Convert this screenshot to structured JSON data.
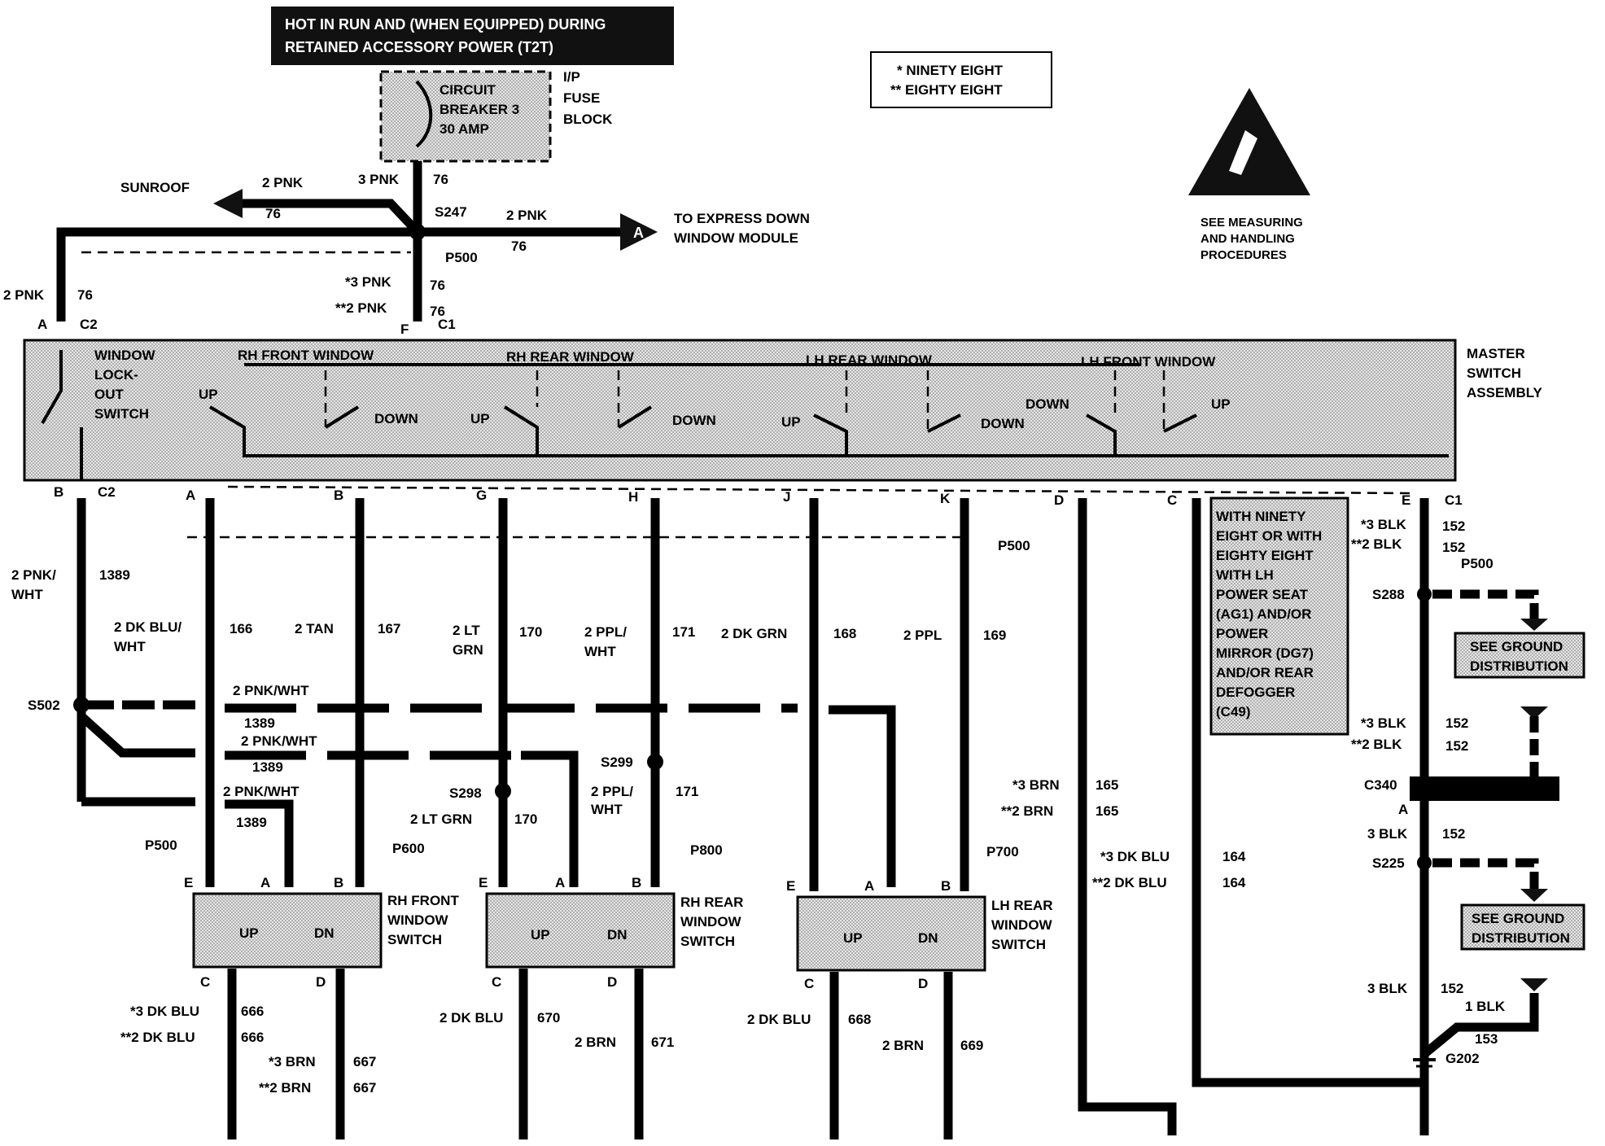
{
  "header": {
    "line1": "HOT IN RUN AND (WHEN EQUIPPED) DURING",
    "line2": "RETAINED ACCESSORY POWER (T2T)"
  },
  "fuse_block": {
    "breaker": [
      "CIRCUIT",
      "BREAKER 3",
      "30 AMP"
    ],
    "block": [
      "I/P",
      "FUSE",
      "BLOCK"
    ]
  },
  "legend": {
    "line1": "* NINETY EIGHT",
    "line2": "** EIGHTY EIGHT"
  },
  "esd_note": [
    "SEE MEASURING",
    "AND HANDLING",
    "PROCEDURES"
  ],
  "top": {
    "sunroof": "SUNROOF",
    "sun_wire": "2 PNK",
    "sun_circ": "76",
    "feed_wire": "3 PNK",
    "feed_circ": "76",
    "splice": "S247",
    "out_wire": "2 PNK",
    "out_circ": "76",
    "arrow_letter": "A",
    "express": [
      "TO EXPRESS DOWN",
      "WINDOW MODULE"
    ],
    "p500": "P500",
    "left_wire": "2 PNK",
    "left_circ": "76",
    "c1a_wire": "*3 PNK",
    "c1a_circ": "76",
    "c1b_wire": "**2 PNK",
    "c1b_circ": "76",
    "pin_a": "A",
    "c2": "C2",
    "pin_f": "F",
    "c1": "C1"
  },
  "master": {
    "lockout": [
      "WINDOW",
      "LOCK-",
      "OUT",
      "SWITCH"
    ],
    "rh_front": "RH FRONT WINDOW",
    "rh_rear": "RH REAR WINDOW",
    "lh_rear": "LH REAR WINDOW",
    "lh_front": "LH FRONT WINDOW",
    "up": "UP",
    "down": "DOWN",
    "title": [
      "MASTER",
      "SWITCH",
      "ASSEMBLY"
    ]
  },
  "bottom_pins": {
    "b": "B",
    "c2": "C2",
    "a": "A",
    "b2": "B",
    "g": "G",
    "h": "H",
    "j": "J",
    "k": "K",
    "d": "D",
    "c": "C",
    "e": "E",
    "c1": "C1"
  },
  "wires": {
    "w1389": "2 PNK/",
    "w1389b": "WHT",
    "c1389": "1389",
    "w166": "2 DK BLU/",
    "w166b": "WHT",
    "c166": "166",
    "w167": "2 TAN",
    "c167": "167",
    "w170": "2 LT",
    "w170b": "GRN",
    "c170": "170",
    "w171": "2 PPL/",
    "w171b": "WHT",
    "c171": "171",
    "w168": "2 DK GRN",
    "c168": "168",
    "w169": "2 PPL",
    "c169": "169",
    "p500": "P500",
    "blk1": "*3 BLK",
    "blk1c": "152",
    "blk2": "**2 BLK",
    "blk2c": "152",
    "s288": "S288",
    "ground1": [
      "SEE GROUND",
      "DISTRIBUTION"
    ],
    "equip_note": [
      "WITH NINETY",
      "EIGHT OR WITH",
      "EIGHTY EIGHT",
      "WITH LH",
      "POWER SEAT",
      "(AG1) AND/OR",
      "POWER",
      "MIRROR (DG7)",
      "AND/OR REAR",
      "DEFOGGER",
      "(C49)"
    ]
  },
  "mid": {
    "s502": "S502",
    "pw1": "2 PNK/WHT",
    "pc1": "1389",
    "pw2": "2 PNK/WHT",
    "pc2": "1389",
    "pw3": "2 PNK/WHT",
    "pc3": "1389",
    "s298": "S298",
    "lt_grn": "2 LT GRN",
    "c170": "170",
    "s299": "S299",
    "ppl": "2 PPL/",
    "pplb": "WHT",
    "c171": "171",
    "brn1": "*3 BRN",
    "brn1c": "165",
    "brn2": "**2 BRN",
    "brn2c": "165",
    "blk3": "*3 BLK",
    "blk3c": "152",
    "blk4": "**2 BLK",
    "blk4c": "152",
    "c340": "C340",
    "pin_a": "A",
    "blk5": "3 BLK",
    "blk5c": "152",
    "s225": "S225",
    "ground2": [
      "SEE GROUND",
      "DISTRIBUTION"
    ],
    "dkblu1": "*3 DK BLU",
    "dkblu1c": "164",
    "dkblu2": "**2 DK BLU",
    "dkblu2c": "164",
    "p500": "P500",
    "p600": "P600",
    "p800": "P800",
    "p700": "P700"
  },
  "switches": {
    "rhf": [
      "RH FRONT",
      "WINDOW",
      "SWITCH"
    ],
    "rhr": [
      "RH REAR",
      "WINDOW",
      "SWITCH"
    ],
    "lhr": [
      "LH REAR",
      "WINDOW",
      "SWITCH"
    ],
    "up": "UP",
    "dn": "DN",
    "e": "E",
    "a": "A",
    "b": "B",
    "c": "C",
    "d": "D"
  },
  "outputs": {
    "rhf1": "*3 DK BLU",
    "rhf1c": "666",
    "rhf2": "**2 DK BLU",
    "rhf2c": "666",
    "rhf3": "*3 BRN",
    "rhf3c": "667",
    "rhf4": "**2 BRN",
    "rhf4c": "667",
    "rhr1": "2 DK BLU",
    "rhr1c": "670",
    "rhr2": "2 BRN",
    "rhr2c": "671",
    "lhr1": "2 DK BLU",
    "lhr1c": "668",
    "lhr2": "2 BRN",
    "lhr2c": "669",
    "blk6": "3 BLK",
    "blk6c": "152",
    "blk7": "1 BLK",
    "blk7c": "153",
    "g202": "G202"
  }
}
